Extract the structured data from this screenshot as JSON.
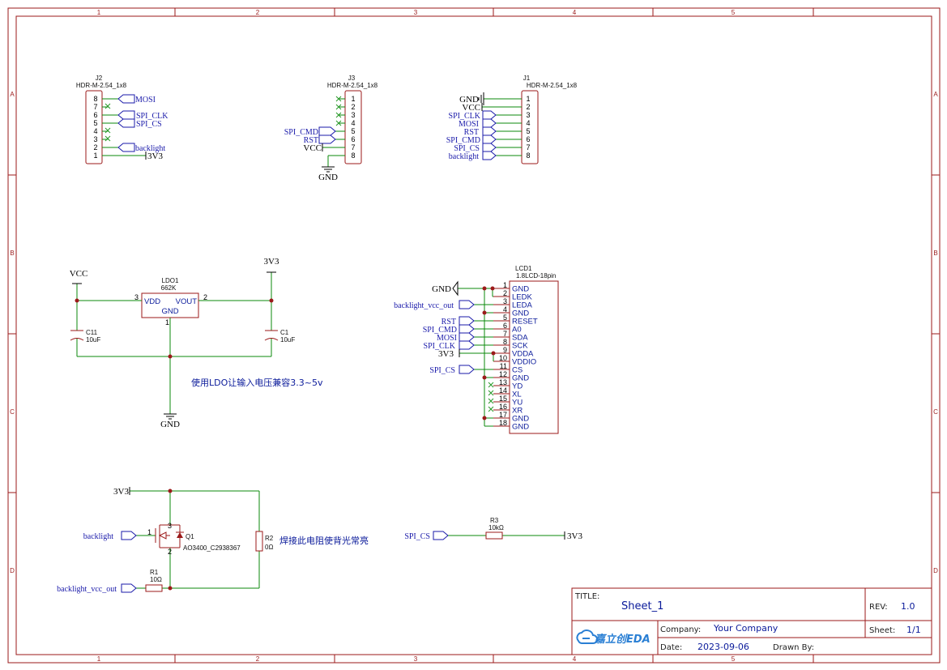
{
  "grid": {
    "cols": [
      "1",
      "2",
      "3",
      "4",
      "5"
    ],
    "rows": [
      "A",
      "B",
      "C",
      "D"
    ]
  },
  "j2": {
    "ref": "J2",
    "value": "HDR-M-2.54_1x8",
    "pins": [
      "8",
      "7",
      "6",
      "5",
      "4",
      "3",
      "2",
      "1"
    ],
    "nets": {
      "p8": "MOSI",
      "p6": "SPI_CLK",
      "p5": "SPI_CS",
      "p2": "backlight",
      "p1": "3V3"
    }
  },
  "j3": {
    "ref": "J3",
    "value": "HDR-M-2.54_1x8",
    "pins": [
      "1",
      "2",
      "3",
      "4",
      "5",
      "6",
      "7",
      "8"
    ],
    "nets": {
      "p5": "SPI_CMD",
      "p6": "RST",
      "p7": "VCC",
      "gnd": "GND"
    }
  },
  "j1": {
    "ref": "J1",
    "value": "HDR-M-2.54_1x8",
    "pins": [
      "1",
      "2",
      "3",
      "4",
      "5",
      "6",
      "7",
      "8"
    ],
    "nets": [
      "GND",
      "VCC",
      "SPI_CLK",
      "MOSI",
      "RST",
      "SPI_CMD",
      "SPI_CS",
      "backlight"
    ]
  },
  "ldo": {
    "ref": "LDO1",
    "value": "662K",
    "pin_vdd": "VDD",
    "pin_vout": "VOUT",
    "pin_gnd": "GND",
    "pin3": "3",
    "pin2": "2",
    "pin1": "1",
    "vcc": "VCC",
    "v33": "3V3",
    "gnd": "GND",
    "c11_ref": "C11",
    "c11_val": "10uF",
    "c1_ref": "C1",
    "c1_val": "10uF",
    "note": "使用LDO让输入电压兼容3.3~5v"
  },
  "lcd": {
    "ref": "LCD1",
    "value": "1.8LCD-18pin",
    "pin_nums": [
      "1",
      "2",
      "3",
      "4",
      "5",
      "6",
      "7",
      "8",
      "9",
      "10",
      "11",
      "12",
      "13",
      "14",
      "15",
      "16",
      "17",
      "18"
    ],
    "pin_names": [
      "GND",
      "LEDK",
      "LEDA",
      "GND",
      "RESET",
      "A0",
      "SDA",
      "SCK",
      "VDDA",
      "VDDIO",
      "CS",
      "GND",
      "YD",
      "XL",
      "YU",
      "XR",
      "GND",
      "GND"
    ],
    "gnd": "GND",
    "backlight_vcc_out": "backlight_vcc_out",
    "rst": "RST",
    "spi_cmd": "SPI_CMD",
    "mosi": "MOSI",
    "spi_clk": "SPI_CLK",
    "v33": "3V3",
    "spi_cs": "SPI_CS"
  },
  "backlight": {
    "v33": "3V3",
    "backlight": "backlight",
    "q_ref": "Q1",
    "q_val": "AO3400_C2938367",
    "q_p1": "1",
    "q_p2": "2",
    "q_p3": "3",
    "r1_ref": "R1",
    "r1_val": "10Ω",
    "r2_ref": "R2",
    "r2_val": "0Ω",
    "bl_vcc_out": "backlight_vcc_out",
    "note": "焊接此电阻使背光常亮"
  },
  "cs_pull": {
    "spi_cs": "SPI_CS",
    "r3_ref": "R3",
    "r3_val": "10kΩ",
    "v33": "3V3"
  },
  "title_block": {
    "title_label": "TITLE:",
    "title": "Sheet_1",
    "rev_label": "REV:",
    "rev": "1.0",
    "company_label": "Company:",
    "company": "Your Company",
    "sheet_label": "Sheet:",
    "sheet": "1/1",
    "date_label": "Date:",
    "date": "2023-09-06",
    "drawn_label": "Drawn By:",
    "logo": "嘉立创EDA",
    "logo_icon": "cloud-link-icon"
  }
}
